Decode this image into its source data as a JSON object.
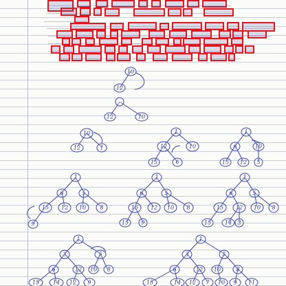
{
  "colors": {
    "ink": "#3a43a6",
    "redaction_box": "#e3141c",
    "paper": "#fbfbf9",
    "rule_line": "#c9ced6"
  },
  "question_label": "",
  "item_numbers": [
    "",
    "",
    "",
    "",
    "",
    "",
    ""
  ],
  "text_lines": [
    "",
    "",
    "",
    "",
    "",
    "",
    "",
    ""
  ],
  "trees": [
    {
      "nodes": [
        "10",
        "12"
      ]
    },
    {
      "nodes": [
        "12",
        "10"
      ]
    },
    {
      "nodes": [
        "10",
        "12",
        "1"
      ]
    },
    {
      "nodes": [
        "1",
        "12",
        "10",
        "15",
        "6"
      ]
    },
    {
      "nodes": [
        "1",
        "6",
        "10",
        "15",
        "12",
        "5"
      ]
    },
    {
      "nodes": [
        "1",
        "6",
        "5",
        "15",
        "12",
        "10",
        "8",
        "9"
      ]
    },
    {
      "nodes": [
        "1",
        "6",
        "5",
        "15",
        "12",
        "10",
        "8",
        "9"
      ]
    },
    {
      "nodes": [
        "1",
        "6",
        "5",
        "15",
        "12",
        "10",
        "8",
        "14",
        "3"
      ]
    },
    {
      "nodes": [
        "1",
        "3",
        "5",
        "6",
        "12",
        "10",
        "8",
        "15",
        "14",
        "9"
      ]
    },
    {
      "nodes": [
        "1",
        "3",
        "5",
        "6",
        "12",
        "10",
        "8",
        "15",
        "14",
        "9",
        "7",
        "11"
      ]
    }
  ]
}
